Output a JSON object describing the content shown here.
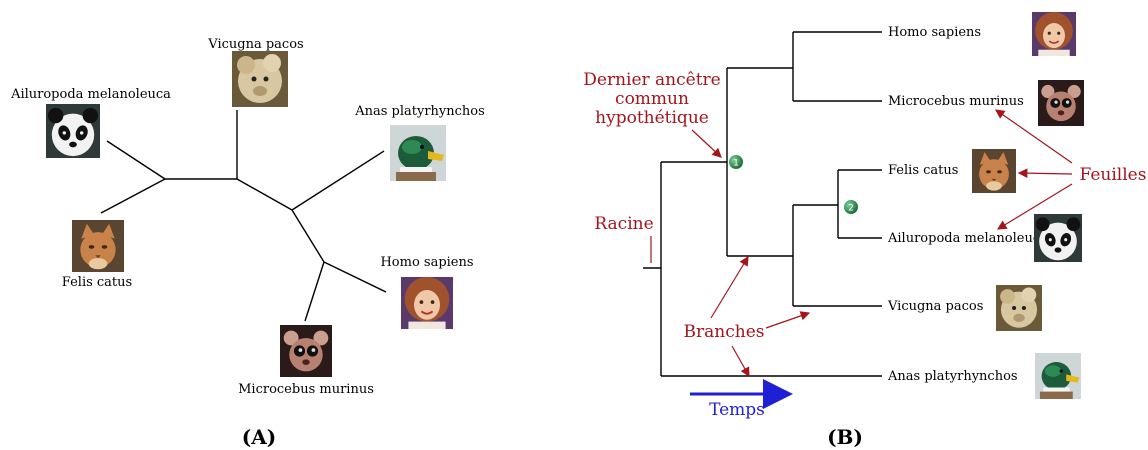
{
  "panel_a": {
    "label": "(A)",
    "species": {
      "vicugna": "Vicugna pacos",
      "ailuropoda": "Ailuropoda melanoleuca",
      "anas": "Anas platyrhynchos",
      "felis": "Felis catus",
      "homo": "Homo sapiens",
      "microcebus": "Microcebus murinus"
    }
  },
  "panel_b": {
    "label": "(B)",
    "species": {
      "homo": "Homo sapiens",
      "microcebus": "Microcebus murinus",
      "felis": "Felis catus",
      "ailuropoda": "Ailuropoda melanoleuca",
      "vicugna": "Vicugna pacos",
      "anas": "Anas platyrhynchos"
    },
    "annotations": {
      "ancestor_line1": "Dernier ancêtre",
      "ancestor_line2": "commun",
      "ancestor_line3": "hypothétique",
      "racine": "Racine",
      "feuilles": "Feuilles",
      "branches": "Branches",
      "temps": "Temps"
    },
    "nodes": {
      "node1": "1",
      "node2": "2"
    }
  },
  "colors": {
    "annotation": "#a3151b",
    "time_arrow": "#1f1fd6",
    "node_fill": "#2e8b4e"
  },
  "icons": [
    "panda-photo",
    "alpaca-photo",
    "duck-photo",
    "cat-photo",
    "child-photo",
    "lemur-photo"
  ]
}
